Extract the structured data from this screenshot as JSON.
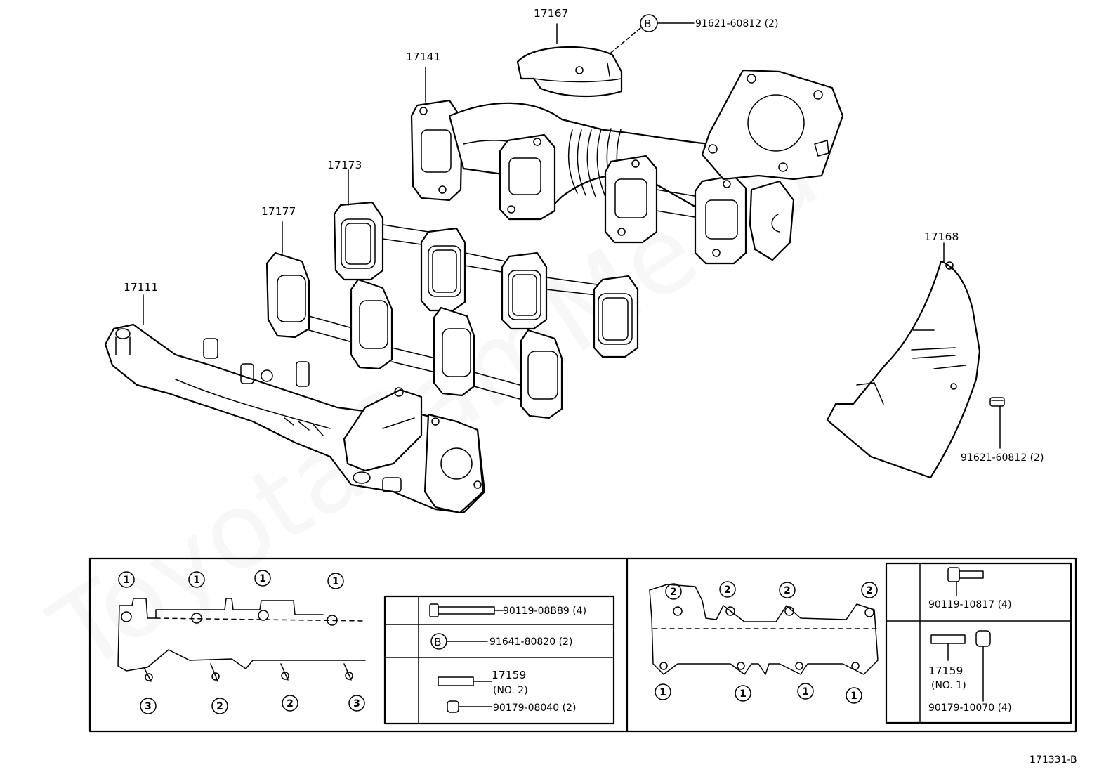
{
  "watermark": "ToyotaCamMe.ru",
  "diagram_code": "171331-B",
  "parts": {
    "p17167": "17167",
    "p17141": "17141",
    "p17173": "17173",
    "p17177": "17177",
    "p17111": "17111",
    "p17168": "17168",
    "bolt_top": "91621-60812 (2)",
    "bolt_right": "91621-60812 (2)",
    "b_marker": "B"
  },
  "table_left": {
    "row1": "90119-08B89 (4)",
    "row2_marker": "B",
    "row2": "91641-80820 (2)",
    "row3_a": "17159",
    "row3_b": "(NO. 2)",
    "row3_c": "90179-08040 (2)"
  },
  "table_right": {
    "row1": "90119-10817 (4)",
    "row2_a": "17159",
    "row2_b": "(NO. 1)",
    "row2_c": "90179-10070 (4)"
  },
  "left_pattern": {
    "top": [
      "1",
      "1",
      "1",
      "1"
    ],
    "bottom": [
      "3",
      "2",
      "2",
      "3"
    ]
  },
  "right_pattern": {
    "top": [
      "2",
      "2",
      "2",
      "2"
    ],
    "bottom": [
      "1",
      "1",
      "1",
      "1"
    ]
  }
}
